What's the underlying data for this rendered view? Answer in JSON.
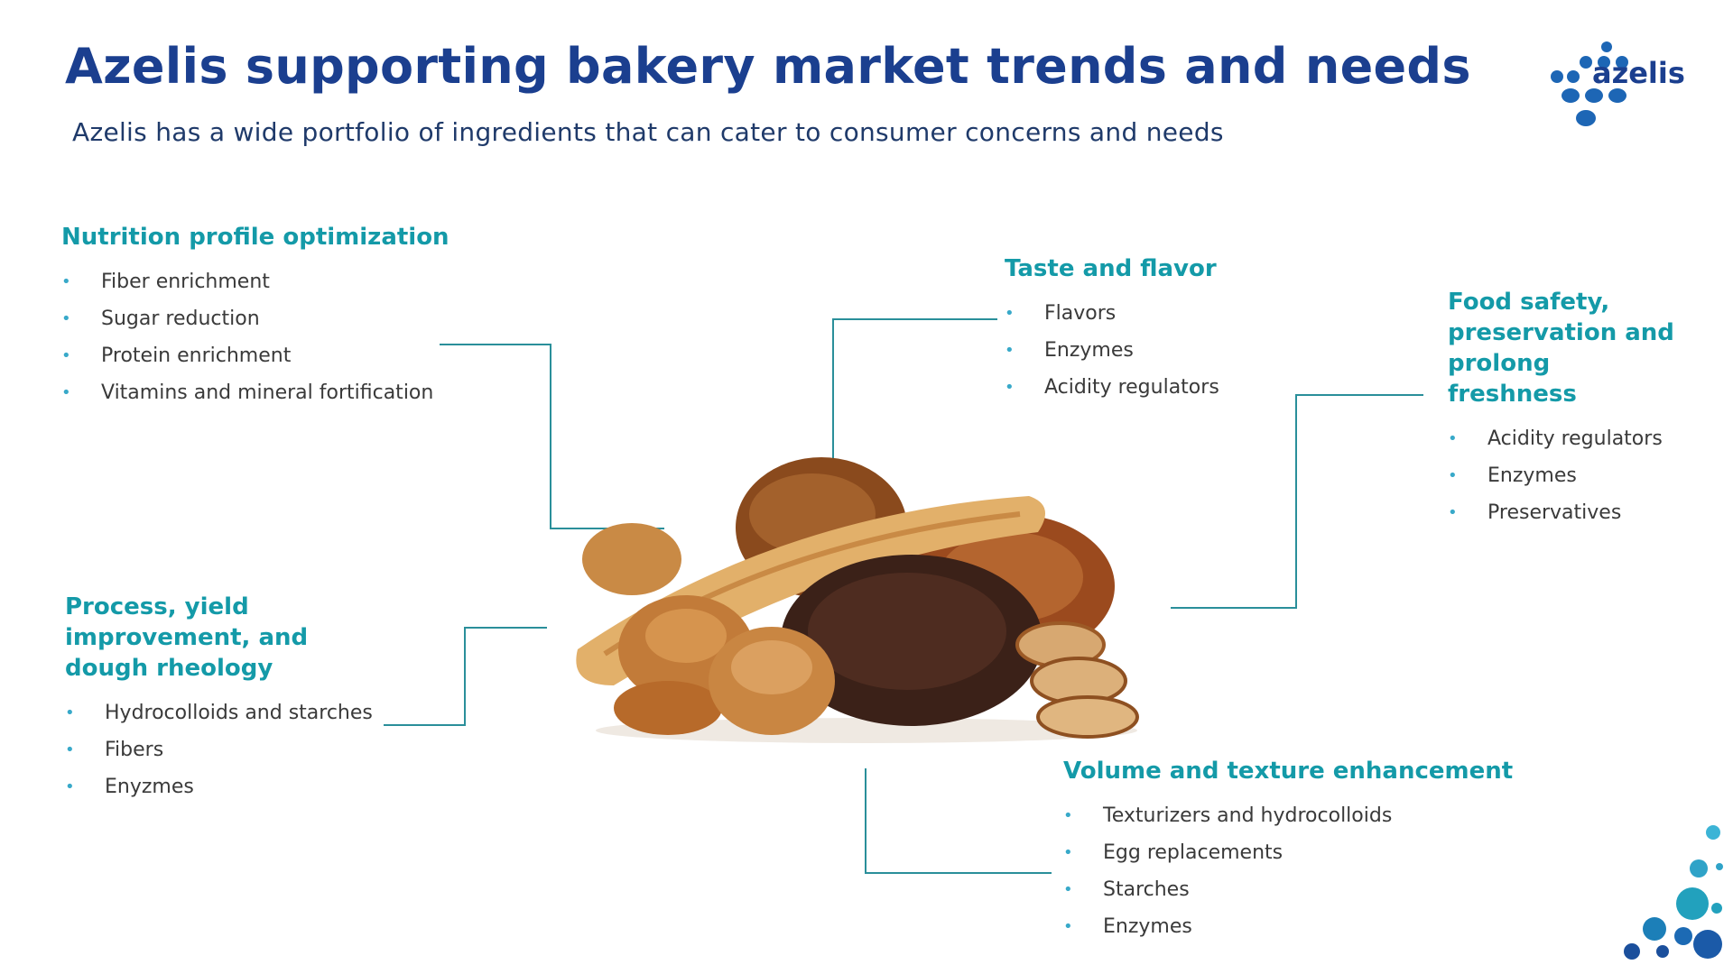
{
  "header": {
    "title": "Azelis supporting bakery market trends and needs",
    "subtitle": "Azelis has a wide portfolio of ingredients that can cater to consumer concerns and needs"
  },
  "logo": {
    "text": "azelis"
  },
  "categories": [
    {
      "heading": "Nutrition profile optimization",
      "items": [
        "Fiber enrichment",
        "Sugar reduction",
        "Protein enrichment",
        "Vitamins and mineral fortification"
      ]
    },
    {
      "heading": "Taste and flavor",
      "items": [
        "Flavors",
        "Enzymes",
        "Acidity regulators"
      ]
    },
    {
      "heading": "Food safety, preservation and prolong freshness",
      "items": [
        "Acidity regulators",
        "Enzymes",
        "Preservatives"
      ]
    },
    {
      "heading": "Process, yield improvement, and dough rheology",
      "items": [
        "Hydrocolloids and starches",
        "Fibers",
        "Enyzmes"
      ]
    },
    {
      "heading": "Volume and texture enhancement",
      "items": [
        "Texturizers and hydrocolloids",
        "Egg replacements",
        "Starches",
        "Enzymes"
      ]
    }
  ],
  "colors": {
    "title": "#1b3f8f",
    "heading": "#149aa8",
    "bullet": "#38a9c9",
    "connector": "#2a8f9a",
    "brand": "#1d66b5"
  }
}
